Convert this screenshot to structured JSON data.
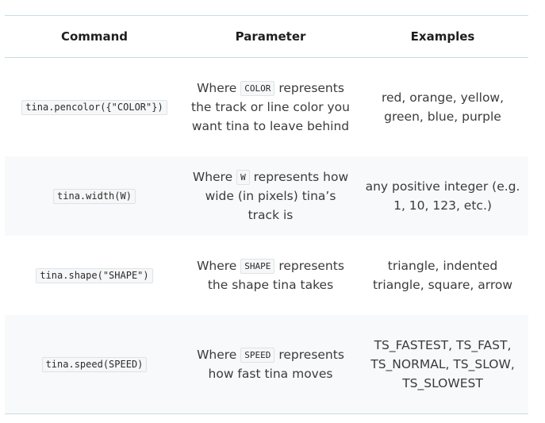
{
  "table": {
    "headers": {
      "command": "Command",
      "parameter": "Parameter",
      "examples": "Examples"
    },
    "rows": [
      {
        "command": "tina.pencolor({\"COLOR\"})",
        "param_prefix": "Where",
        "param_code": "COLOR",
        "param_suffix": "represents the track or line color you want tina to leave behind",
        "examples": "red, orange, yellow, green, blue, purple"
      },
      {
        "command": "tina.width(W)",
        "param_prefix": "Where",
        "param_code": "W",
        "param_suffix": "represents how wide (in pixels) tina’s track is",
        "examples": "any positive integer (e.g. 1, 10, 123, etc.)"
      },
      {
        "command": "tina.shape(\"SHAPE\")",
        "param_prefix": "Where",
        "param_code": "SHAPE",
        "param_suffix": "represents the shape tina takes",
        "examples": "triangle, indented triangle, square, arrow"
      },
      {
        "command": "tina.speed(SPEED)",
        "param_prefix": "Where",
        "param_code": "SPEED",
        "param_suffix": "represents how fast tina moves",
        "examples": "TS_FASTEST, TS_FAST, TS_NORMAL, TS_SLOW, TS_SLOWEST"
      }
    ]
  }
}
